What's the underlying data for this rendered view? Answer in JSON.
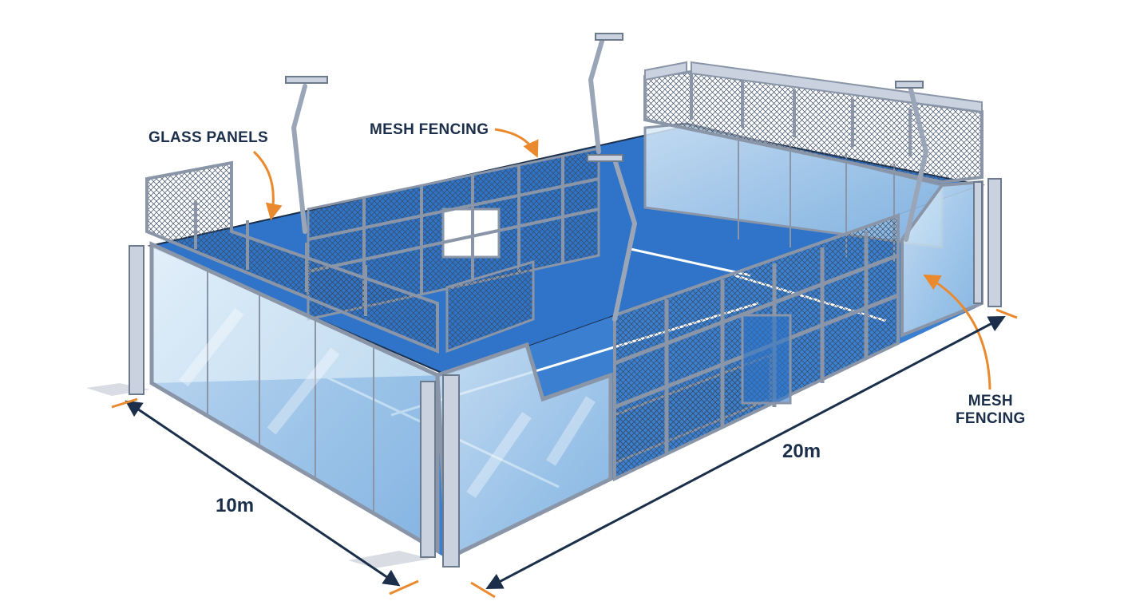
{
  "callouts": {
    "glass_panels": "GLASS PANELS",
    "mesh_fencing_top": "MESH FENCING",
    "mesh_fencing_right_line1": "MESH",
    "mesh_fencing_right_line2": "FENCING"
  },
  "dimensions": {
    "width": "10m",
    "length": "20m"
  },
  "colors": {
    "court_blue": "#2f74c8",
    "glass_tint": "#c9e0f2",
    "frame_grey": "#aeb8c6",
    "outline_navy": "#1b2f4a",
    "arrow_orange": "#ea8a2e",
    "line_white": "#ffffff"
  }
}
